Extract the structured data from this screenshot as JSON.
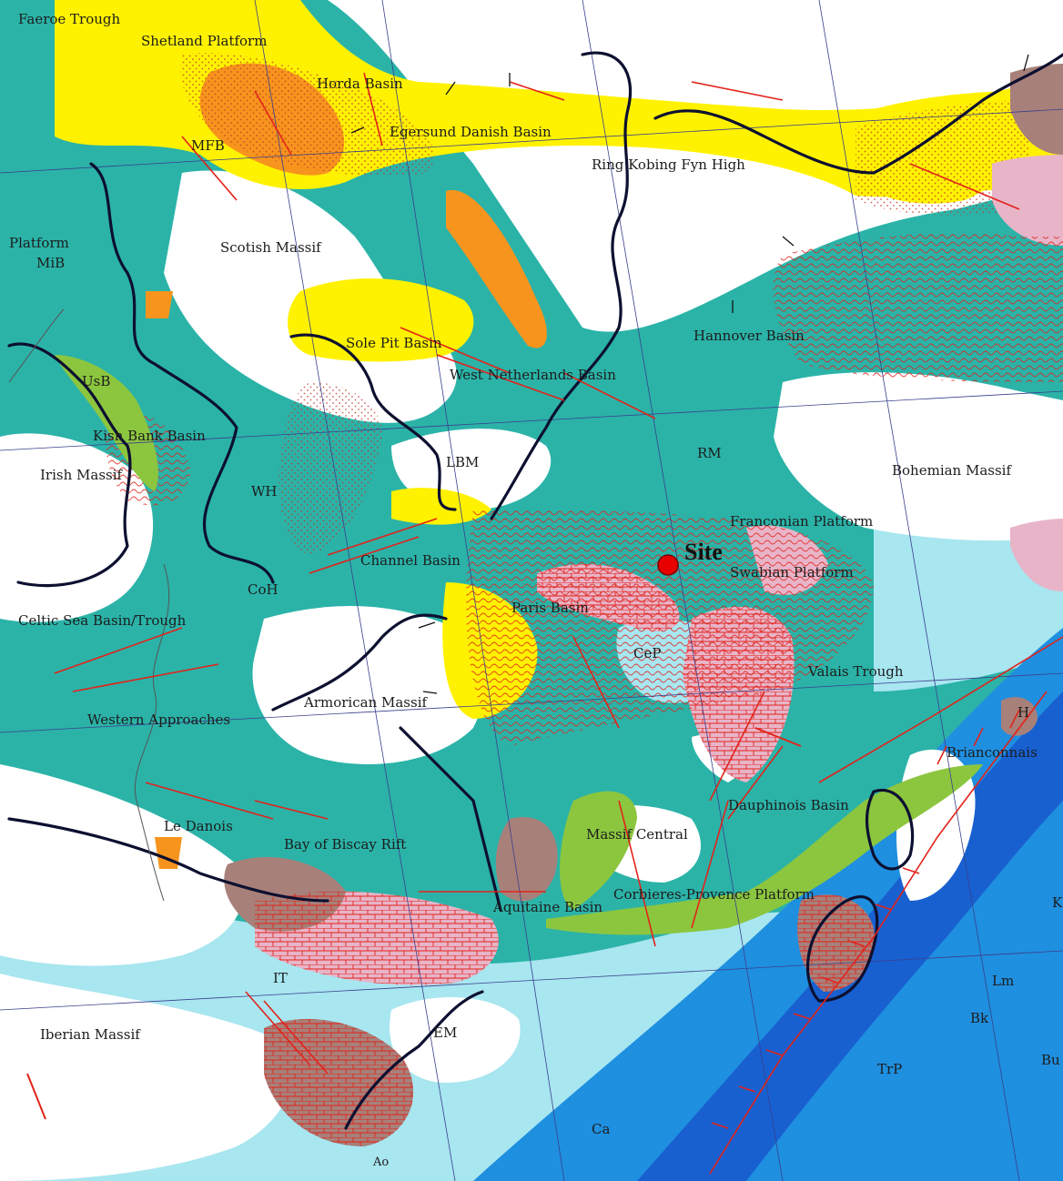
{
  "labels": {
    "faeroe_trough": "Faeroe Trough",
    "shetland_platform": "Shetland Platform",
    "horda_basin": "Horda Basin",
    "mfb": "MFB",
    "egersund_danish_basin": "Egersund Danish Basin",
    "ring_kobing_fyn_high": "Ring Kobing Fyn High",
    "platform": "Platform",
    "mib": "MiB",
    "scotish_massif": "Scotish Massif",
    "sole_pit_basin": "Sole Pit Basin",
    "hannover_basin": "Hannover Basin",
    "west_netherlands_basin": "West Netherlands Basin",
    "usb": "UsB",
    "kish_bank_basin": "Kish Bank Basin",
    "irish_massif": "Irish Massif",
    "wh": "WH",
    "lbm": "LBM",
    "rm": "RM",
    "bohemian_massif": "Bohemian Massif",
    "franconian_platform": "Franconian Platform",
    "site": "Site",
    "swabian_platform": "Swabian Platform",
    "channel_basin": "Channel Basin",
    "coh": "CoH",
    "paris_basin": "Paris Basin",
    "celtic_sea_basin_trough": "Celtic Sea Basin/Trough",
    "cep": "CeP",
    "valais_trough": "Valais Trough",
    "armorican_massif": "Armorican Massif",
    "western_approaches": "Western Approaches",
    "h": "H",
    "brianconnais": "Brianconnais",
    "dauphinois_basin": "Dauphinois Basin",
    "le_danois": "Le Danois",
    "bay_of_biscay_rift": "Bay of Biscay Rift",
    "massif_central": "Massif Central",
    "corbieres_provence_platform": "Corbieres-Provence Platform",
    "aquitaine_basin": "Aquitaine Basin",
    "k": "K",
    "it": "IT",
    "em": "EM",
    "lm": "Lm",
    "iberian_massif": "Iberian Massif",
    "bk": "Bk",
    "trp": "TrP",
    "bu": "Bu",
    "ca": "Ca",
    "ao": "Ao"
  },
  "colors": {
    "marine_shelf": "#2bb3a8",
    "deep_basin": "#1f8fe0",
    "deep_basin_dark": "#1860d0",
    "light_marine": "#a8e6f0",
    "land": "#ffffff",
    "sand": "#fff200",
    "sand_orange": "#f7941d",
    "carbonate_pink": "#e8b4c8",
    "carbonate_brown": "#a8807a",
    "green_platform": "#8cc63f",
    "fault": "#e2231a",
    "coast": "#0d1030",
    "site_marker": "#e60000"
  }
}
